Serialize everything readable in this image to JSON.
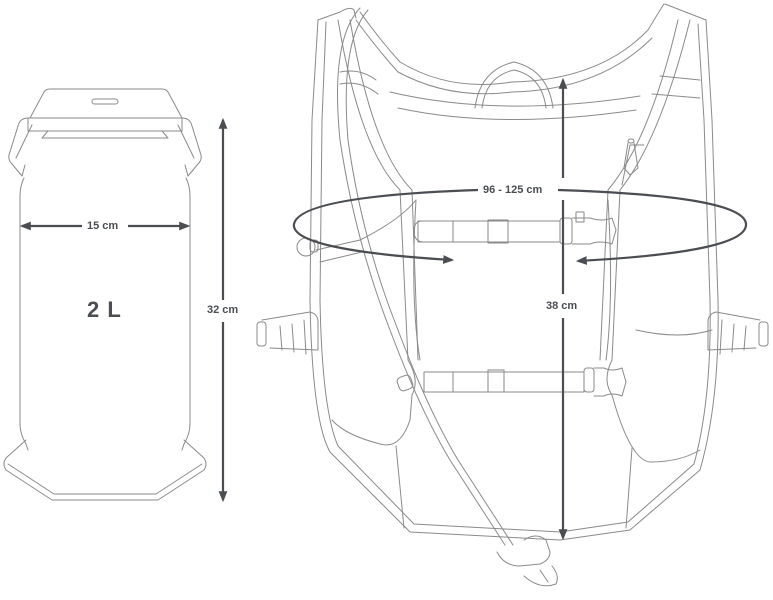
{
  "diagram": {
    "colors": {
      "outline": "#8a8a8a",
      "dimension": "#4a4d52",
      "background": "#ffffff"
    },
    "reservoir": {
      "capacity_label": "2 L",
      "width_label": "15 cm",
      "height_label": "32 cm"
    },
    "vest": {
      "chest_circumference_label": "96 - 125 cm",
      "height_label": "38 cm"
    }
  }
}
